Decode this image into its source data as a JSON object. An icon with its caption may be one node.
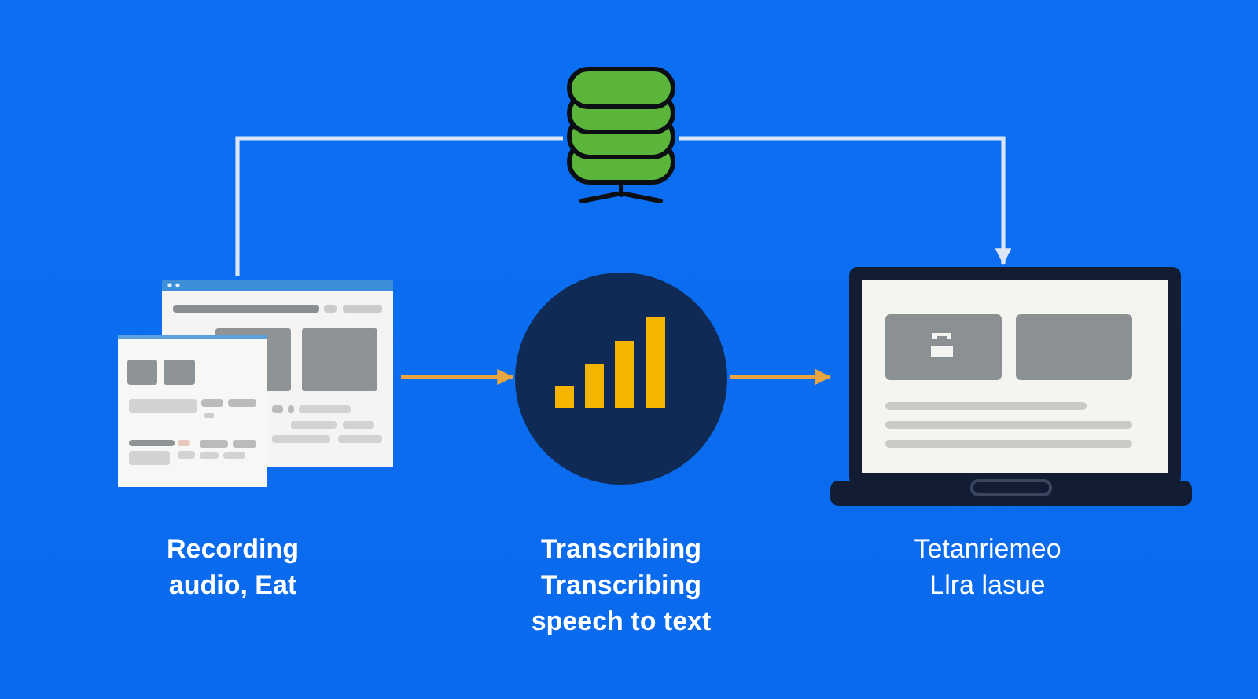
{
  "diagram": {
    "nodes": [
      {
        "text": [],
        "shape": "cylinder"
      },
      {
        "text": [
          "Recording audio, Eat"
        ]
      },
      {
        "text": [
          "Transcribing Transcribing speech to text"
        ]
      },
      {
        "text": [
          "Tetanriemeo Llra lasue"
        ]
      }
    ],
    "edges": [
      {
        "from": 1,
        "to": 2,
        "arrow": "to"
      },
      {
        "from": 2,
        "to": 3,
        "arrow": "to"
      },
      {
        "from": 1,
        "to": 0,
        "arrow": "none",
        "color": "#dbe5f5"
      },
      {
        "from": 0,
        "to": 3,
        "arrow": "to",
        "color": "#dbe5f5"
      }
    ]
  }
}
